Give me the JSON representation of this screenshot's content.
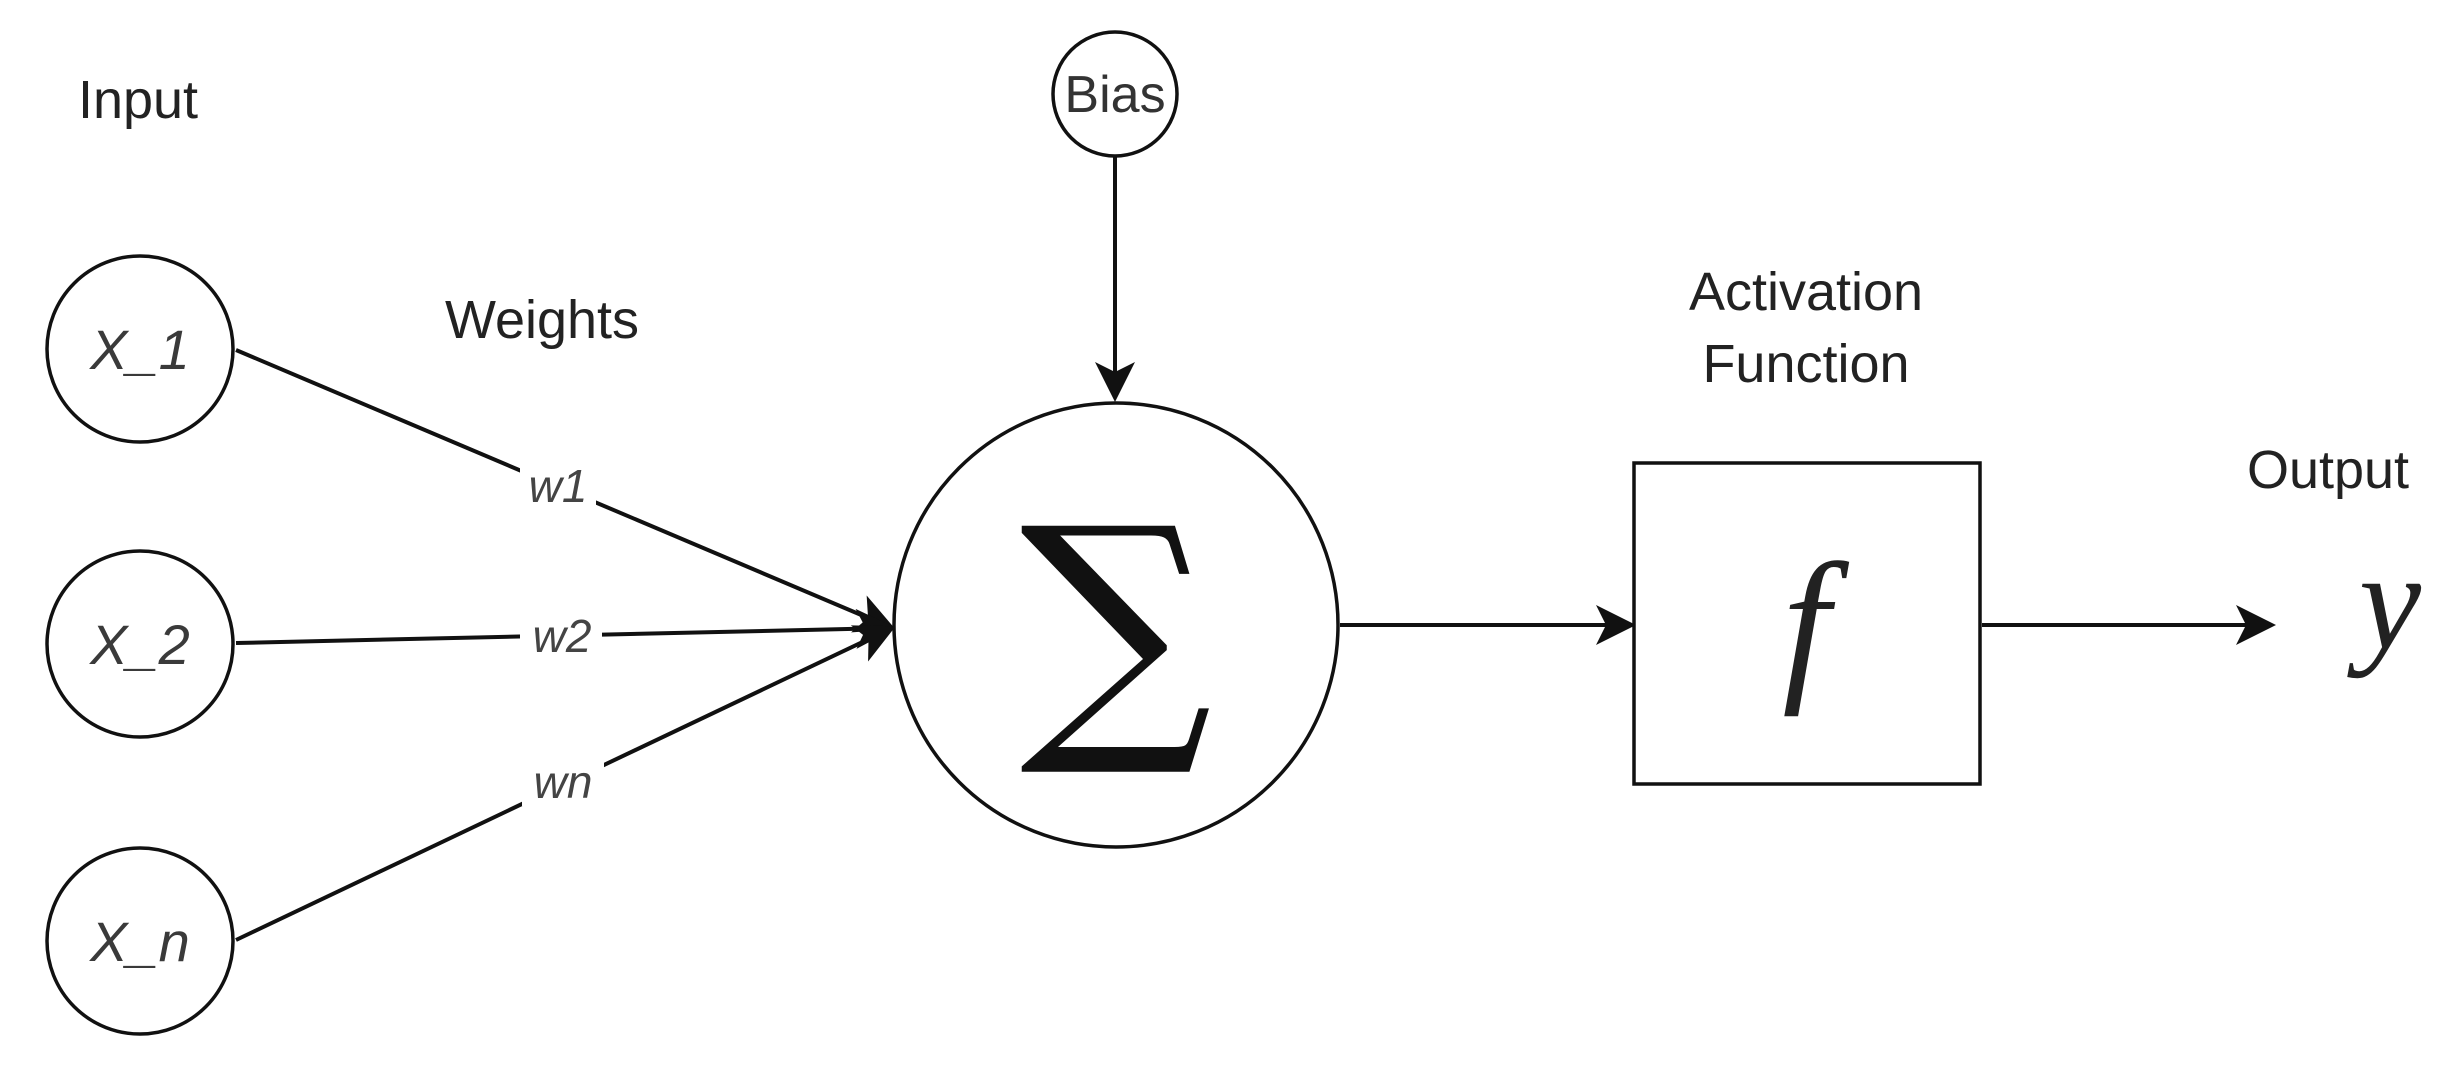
{
  "labels": {
    "input": "Input",
    "weights": "Weights",
    "activation_line1": "Activation",
    "activation_line2": "Function",
    "output": "Output"
  },
  "inputs": [
    "X_1",
    "X_2",
    "X_n"
  ],
  "weights": [
    "w1",
    "w2",
    "wn"
  ],
  "bias": "Bias",
  "summation_symbol": "∑",
  "activation_symbol": "f",
  "output_symbol": "y"
}
